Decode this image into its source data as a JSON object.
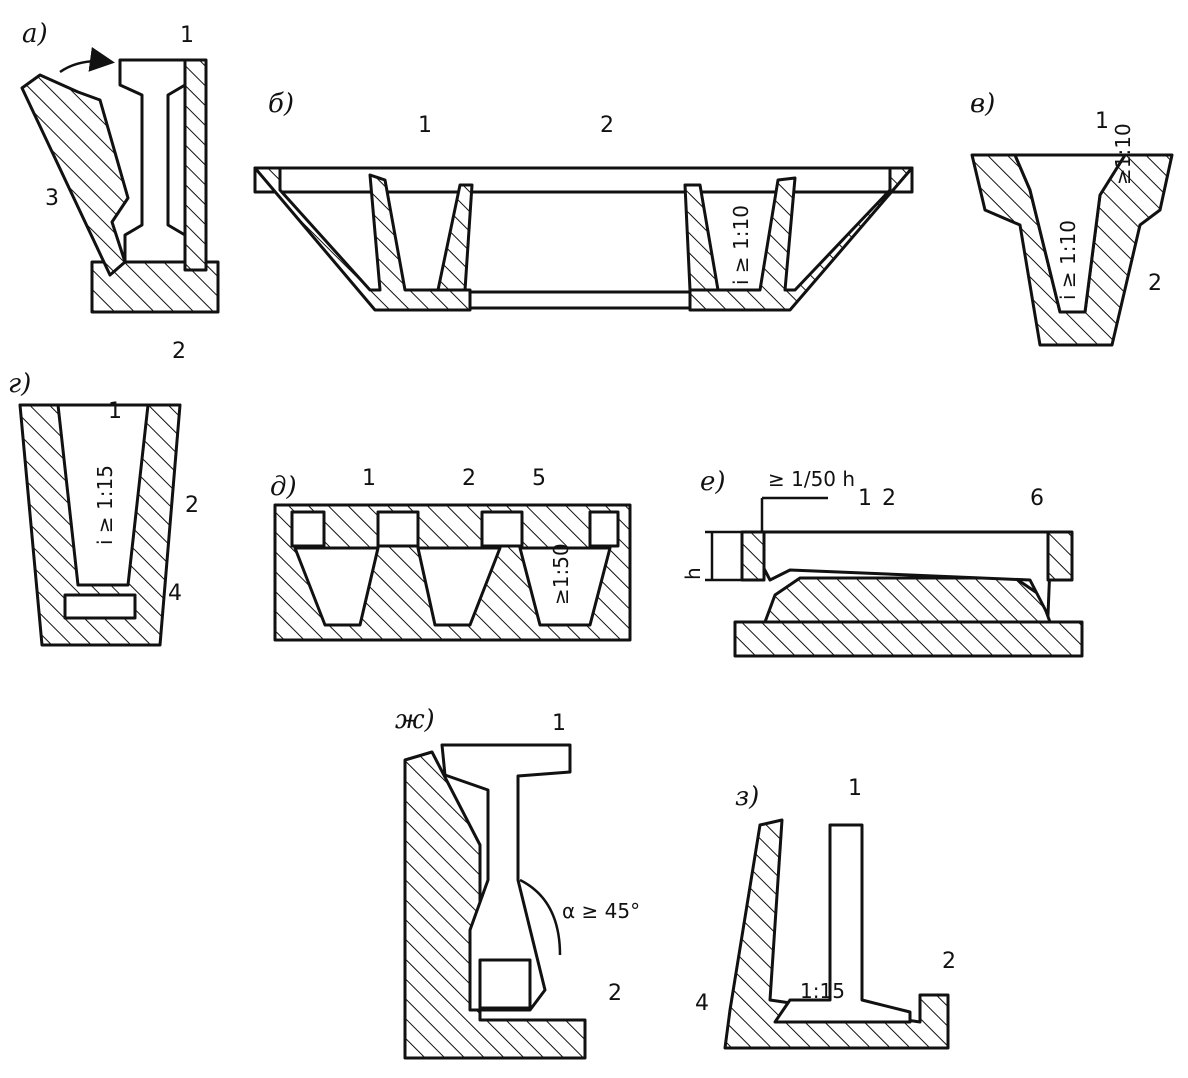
{
  "panels": {
    "a": {
      "label": "а)",
      "nums": [
        "1",
        "2",
        "3"
      ]
    },
    "b": {
      "label": "б)",
      "nums": [
        "1",
        "2"
      ],
      "slope": "i ≥ 1:10"
    },
    "v": {
      "label": "в)",
      "nums": [
        "1",
        "2"
      ],
      "slope_left": "i ≥ 1:10",
      "slope_right": "≥1:10"
    },
    "g": {
      "label": "г)",
      "nums": [
        "1",
        "2",
        "4"
      ],
      "slope": "i ≥ 1:15"
    },
    "d": {
      "label": "д)",
      "nums": [
        "1",
        "2",
        "5"
      ],
      "slope": "≥1:50"
    },
    "e": {
      "label": "е)",
      "nums": [
        "1",
        "2",
        "6"
      ],
      "dim": "≥ 1/50 h",
      "h": "h"
    },
    "zh": {
      "label": "ж)",
      "nums": [
        "1",
        "2"
      ],
      "angle": "α ≥ 45°"
    },
    "z": {
      "label": "з)",
      "nums": [
        "1",
        "2",
        "4"
      ],
      "slope": "1:15"
    }
  }
}
